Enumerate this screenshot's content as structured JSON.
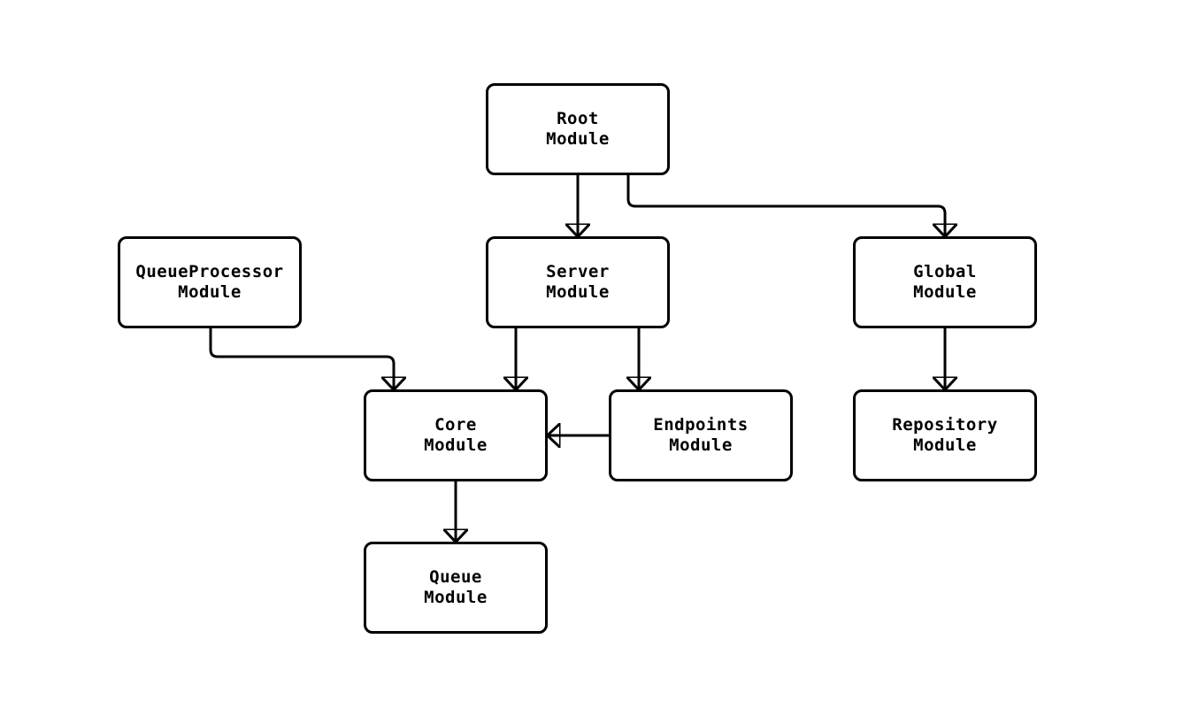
{
  "diagram": {
    "type": "module-dependency-graph",
    "colors": {
      "background": "#ffffff",
      "box_fill": "#ffffff",
      "line": "#000000",
      "text": "#000000"
    },
    "nodes": [
      {
        "id": "root",
        "label": "Root\nModule"
      },
      {
        "id": "server",
        "label": "Server\nModule"
      },
      {
        "id": "queueprocessor",
        "label": "QueueProcessor\nModule"
      },
      {
        "id": "global",
        "label": "Global\nModule"
      },
      {
        "id": "core",
        "label": "Core\nModule"
      },
      {
        "id": "endpoints",
        "label": "Endpoints\nModule"
      },
      {
        "id": "repository",
        "label": "Repository\nModule"
      },
      {
        "id": "queue",
        "label": "Queue\nModule"
      }
    ],
    "edges": [
      {
        "from": "Root Module",
        "to": "Server Module"
      },
      {
        "from": "Root Module",
        "to": "Global Module"
      },
      {
        "from": "QueueProcessor Module",
        "to": "Core Module"
      },
      {
        "from": "Server Module",
        "to": "Core Module"
      },
      {
        "from": "Server Module",
        "to": "Endpoints Module"
      },
      {
        "from": "Endpoints Module",
        "to": "Core Module"
      },
      {
        "from": "Global Module",
        "to": "Repository Module"
      },
      {
        "from": "Core Module",
        "to": "Queue Module"
      }
    ]
  }
}
